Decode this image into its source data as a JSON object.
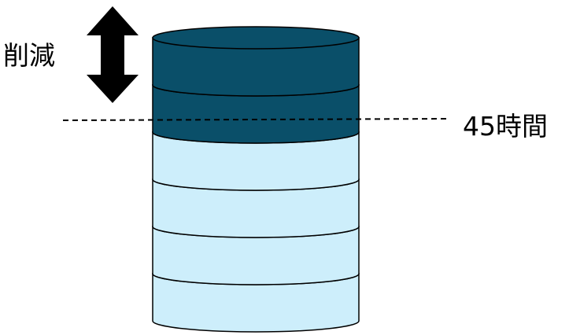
{
  "labels": {
    "reduction": "削減",
    "threshold": "45時間"
  },
  "colors": {
    "dark_segment": "#0a4f69",
    "light_segment": "#cdeefb",
    "stroke": "#000000"
  },
  "segments": {
    "dark_count": 2,
    "light_count": 4
  }
}
